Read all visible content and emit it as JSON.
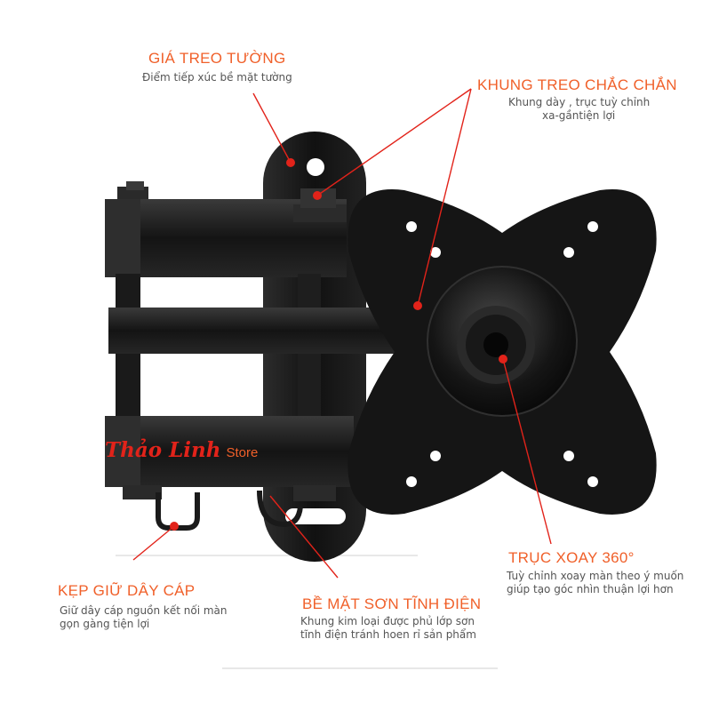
{
  "callouts": {
    "wall_plate": {
      "title": "GIÁ TREO TƯỜNG",
      "desc": "Điểm tiếp xúc bề mặt tường"
    },
    "frame": {
      "title": "KHUNG TREO CHẮC CHẮN",
      "desc_line1": "Khung dày , trục tuỳ chỉnh",
      "desc_line2": "xa-gầntiện lợi"
    },
    "swivel": {
      "title": "TRỤC XOAY 360°",
      "desc_line1": "Tuỳ chỉnh xoay màn theo ý muốn",
      "desc_line2": "giúp tạo góc nhìn thuận lợi hơn"
    },
    "cable_clip": {
      "title": "KẸP GIỮ DÂY CÁP",
      "desc_line1": "Giữ dây cáp nguồn kết nối màn",
      "desc_line2": "gọn gàng tiện lợi"
    },
    "coating": {
      "title": "BỀ MẶT SƠN TĨNH ĐIỆN",
      "desc_line1": "Khung kim loại được phủ lớp sơn",
      "desc_line2": "tĩnh điện tránh hoen rỉ sản phẩm"
    }
  },
  "brand": {
    "name": "Thảo Linh",
    "suffix": "Store"
  },
  "colors": {
    "accent": "#f0602a",
    "marker": "#e2231a",
    "text": "#555555",
    "metal": "#1b1b1b"
  }
}
